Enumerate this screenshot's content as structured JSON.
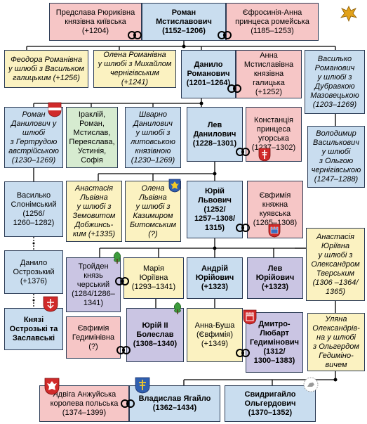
{
  "people": {
    "roman": "Роман\nМстиславович\n(1152–1206)",
    "predslava": "Предслава Рюриківна\nкнязівна київська\n(+1204)",
    "yefrosyniia": "Єфросинія-Анна\nпринцеса ромейська\n(1185–1253)",
    "feodora": "Феодора Романівна\nу шлюбі з Васильком\nгалицьким (+1256)",
    "olena_r": "Олена Романівна\nу шлюбі з Михайлом\nчернігівським (+1241)",
    "danylo": "Данило\nРоманович\n(1201–1264)",
    "anna_m": "Анна\nМстиславівна\nкнязівна галицька\n(+1252)",
    "vasylko_r": "Василько\nРоманович\nу шлюбі з\nДубравкою\nМазовецькою\n(1203–1269)",
    "roman_d": "Роман\nДанилович у\nшлюбі\nз Гертрудою\nавстрійською\n(1230–1269)",
    "iraklii": "Іраклій,\nРоман,\nМстислав,\nПереяслава,\nУстинія,\nСофія",
    "shvarno": "Шварно\nДанилович\nу шлюбі з\nлитовською\nкнязівною\n(1230–1269)",
    "lev_d": "Лев\nДанилович\n(1228–1301)",
    "konstantsiia": "Констанція\nпринцеса\nугорська\n(1237–1302)",
    "volodymyr_v": "Володимир\nВасилькович\nу шлюбі\nз Ольгою\nчернігівською\n(1247–1288)",
    "vasylko_s": "Василько\nСлонімський\n(1256/\n1260–1282)",
    "anastasiia_l": "Анастасія\nЛьвівна\nу шлюбі з\nЗемовитом\nДобжинсь-\nким (+1335)",
    "olena_l": "Олена\nЛьвівна\nу шлюбі з\nКазимиром\nБитомським\n(?)",
    "yurii_l": "Юрій\nЛьвович\n(1252/\n1257–1308/\n1315)",
    "yevfymiia_k": "Євфимія\nкняжна\nкуявська\n(1265–1308)",
    "anastasiia_yu": "Анастасія\nЮріївна\nу шлюбі з\nОлександром\nТверським\n(1306 –1364/\n1365)",
    "danylo_o": "Данило\nОстрозький\n(+1376)",
    "troiden": "Тройден\nкнязь\nчерський\n(1284/1286–\n1341)",
    "mariia_yu": "Марія\nЮріївна\n(1293–1341)",
    "andrii_yu": "Андрій\nЮрійович\n(+1323)",
    "lev_yu": "Лев\nЮрійович\n(+1323)",
    "uliana": "Уляна\nОлександрів-\nна у шлюбі\nз Ольгердом\nГедиміно-\nвичем",
    "kniazi": "Князі\nОстрозькі та\nЗаславські",
    "yevfymiia_h": "Євфимія\nГедимінівна\n(?)",
    "yurii_ii": "Юрій II\nБолеслав\n(1308–1340)",
    "anna_busha": "Анна-Буша\n(Євфимія)\n(+1349)",
    "dmytro": "Дмитро-\nЛюбарт\nГедимінович\n(1312/\n1300–1383)",
    "yadviga": "Ядвіга Анжуйська\nкоролева польська\n(1374–1399)",
    "vladyslav": "Владислав Ягайло\n(1362–1434)",
    "svydryhailo": "Свидригайло\nОльгердович\n(1370–1352)"
  },
  "icons": [
    "double-cross-crest-icon",
    "eagle-crest-icon",
    "bird-crest-icon",
    "shield-eagle-crest-icon",
    "castle-crest-icon",
    "cross-crest-icon",
    "horseman-crest-icon",
    "sun-crest-icon",
    "tree-crest-icon"
  ],
  "colors": {
    "male": "#c9ddef",
    "female": "#f6c6c6",
    "yellow": "#fbf2c1",
    "green": "#d6ebd0",
    "purple": "#cac5e3"
  }
}
